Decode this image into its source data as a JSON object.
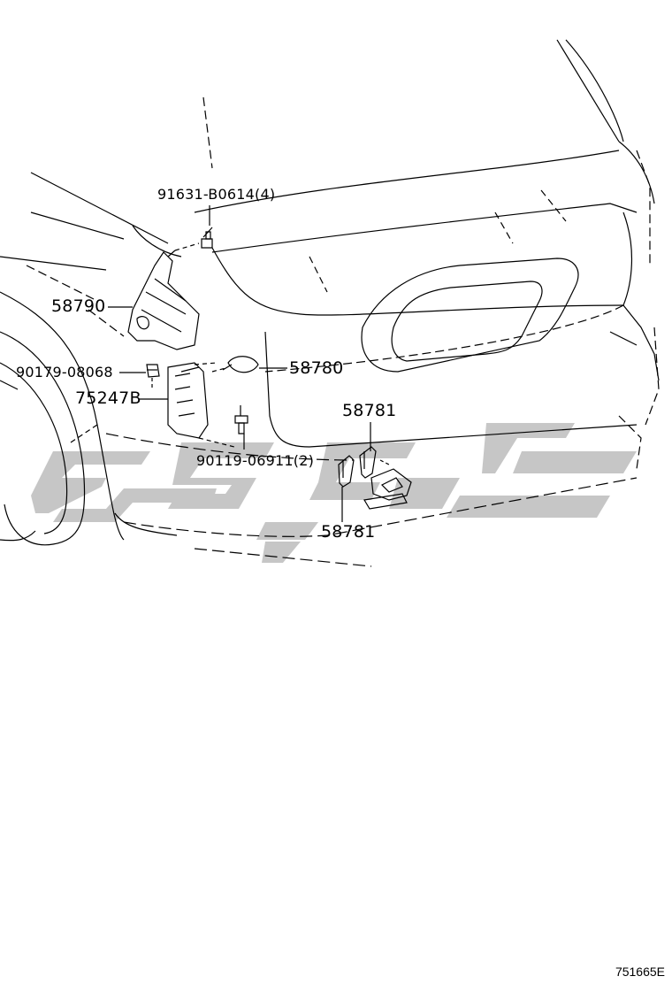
{
  "diagram": {
    "parts": [
      {
        "id": "91631-B0614(4)"
      },
      {
        "id": "58790"
      },
      {
        "id": "90179-08068"
      },
      {
        "id": "75247B"
      },
      {
        "id": "58780"
      },
      {
        "id": "58781"
      },
      {
        "id": "90119-06911(2)"
      },
      {
        "id": "58781"
      }
    ],
    "illustration_id": "751665E",
    "colors": {
      "line": "#000000",
      "watermark": "#c4c4c4"
    },
    "watermark_icon": "dealer-logo-watermark"
  }
}
